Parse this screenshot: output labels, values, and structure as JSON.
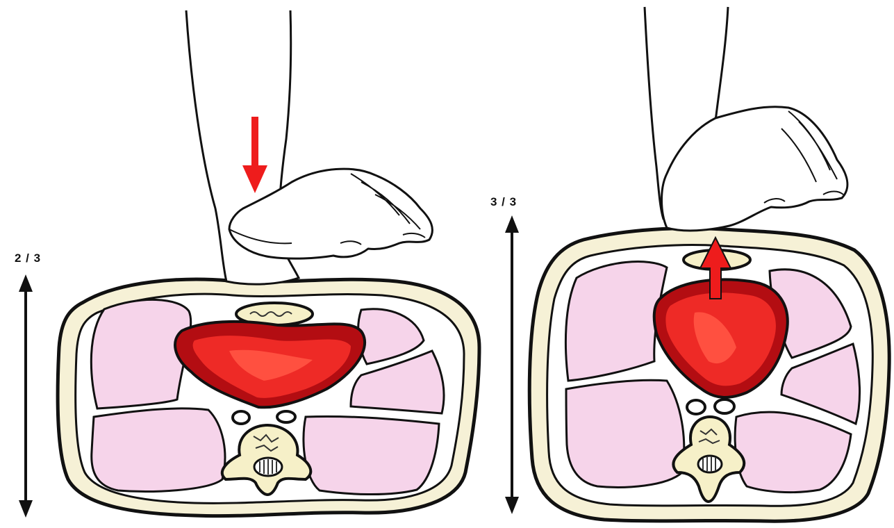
{
  "panels": [
    {
      "id": "compression",
      "depth_label": "2 / 3",
      "force_direction": "down"
    },
    {
      "id": "recoil",
      "depth_label": "3 / 3",
      "force_direction": "up"
    }
  ],
  "colors": {
    "outline": "#111111",
    "skin_layer": "#f6f1d6",
    "lung": "#f6d4ea",
    "heart_dark": "#b30d12",
    "heart_light": "#ee2a26",
    "heart_highlight": "#ff5040",
    "arrow_red": "#ee1c1c",
    "bone": "#f6f0c8",
    "hand": "#ffffff"
  }
}
